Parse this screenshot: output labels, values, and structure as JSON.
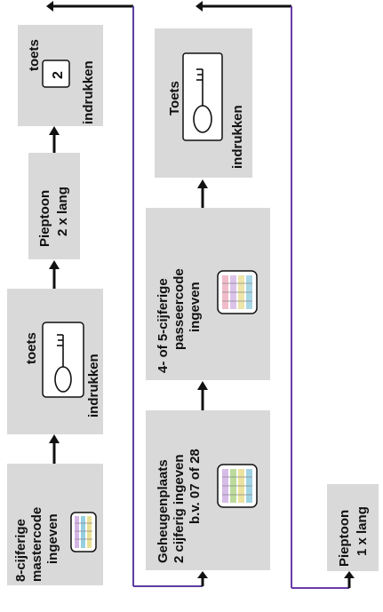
{
  "steps": {
    "mastercode": {
      "line1": "8-cijferige",
      "line2": "mastercode",
      "line3": "ingeven"
    },
    "key_press_1": {
      "top": "toets",
      "bottom": "indrukken"
    },
    "beep_long": {
      "line1": "Pieptoon",
      "line2": "2 x lang"
    },
    "key_2_press": {
      "top": "toets",
      "key": "2",
      "bottom": "indrukken"
    },
    "memory_slot": {
      "line1": "Geheugenplaats",
      "line2": "2 cijferig ingeven",
      "line3": "b.v. 07 of 28"
    },
    "passcode": {
      "line1": "4- of 5-cijferige",
      "line2": "passeercode",
      "line3": "ingeven"
    },
    "key_press_2": {
      "top": "Toets",
      "bottom": "indrukken"
    },
    "beep_short": {
      "line1": "Pieptoon",
      "line2": "1 x lang"
    }
  },
  "colors": {
    "box": "#d9d9d9",
    "arrow": "#111111",
    "connector_top": "#5a3fa0",
    "connector_bottom": "#6a3aa8",
    "keypad_rows": [
      "#b07ad0",
      "#3fa7c8",
      "#d8c640",
      "#7ab83c",
      "#e06a8a"
    ]
  },
  "icons": [
    "key-icon",
    "keypad-icon",
    "key-2-icon"
  ]
}
